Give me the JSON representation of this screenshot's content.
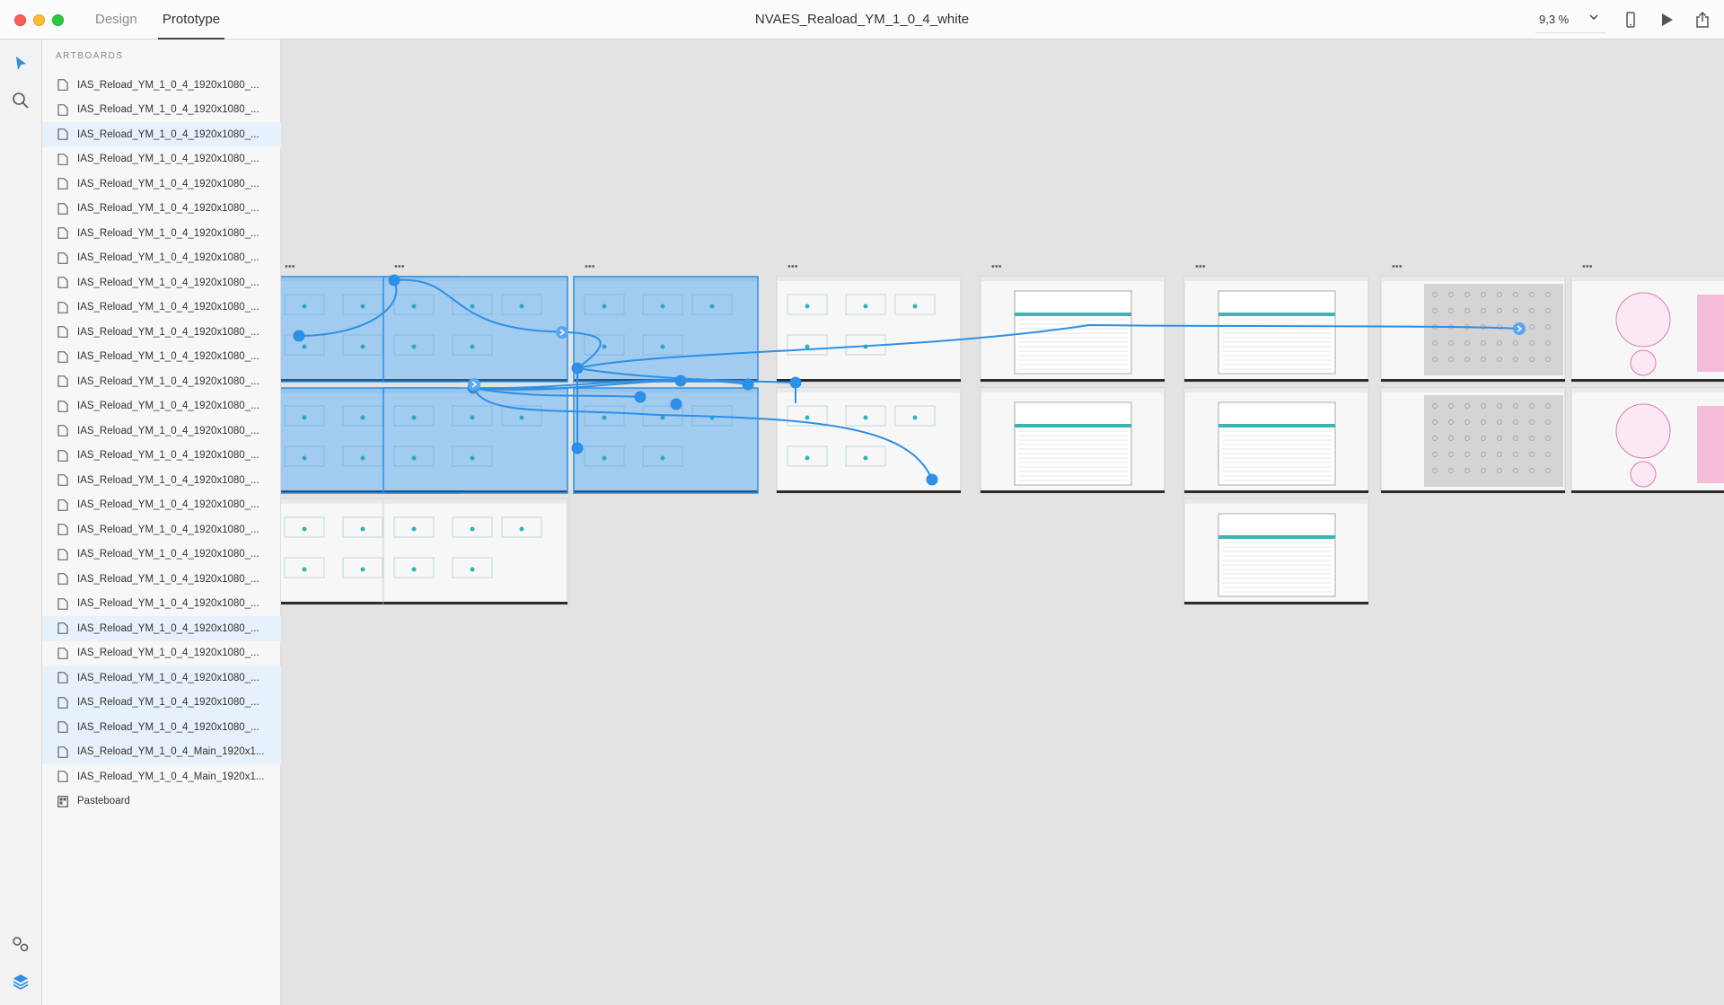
{
  "window": {
    "title": "NVAES_Reaload_YM_1_0_4_white",
    "tabs": [
      {
        "label": "Design",
        "active": false
      },
      {
        "label": "Prototype",
        "active": true
      }
    ],
    "zoom": "9,3 %",
    "accent_color": "#2d8fe6"
  },
  "toolbar_icons": [
    "device-preview-icon",
    "play-icon",
    "share-icon"
  ],
  "rail_icons": [
    "select-tool-icon",
    "zoom-tool-icon",
    "assets-icon",
    "layers-icon"
  ],
  "panel": {
    "heading": "ARTBOARDS",
    "items": [
      {
        "label": "IAS_Reload_YM_1_0_4_1920x1080_...",
        "selected": false
      },
      {
        "label": "IAS_Reload_YM_1_0_4_1920x1080_...",
        "selected": false
      },
      {
        "label": "IAS_Reload_YM_1_0_4_1920x1080_...",
        "selected": true
      },
      {
        "label": "IAS_Reload_YM_1_0_4_1920x1080_...",
        "selected": false
      },
      {
        "label": "IAS_Reload_YM_1_0_4_1920x1080_...",
        "selected": false
      },
      {
        "label": "IAS_Reload_YM_1_0_4_1920x1080_...",
        "selected": false
      },
      {
        "label": "IAS_Reload_YM_1_0_4_1920x1080_...",
        "selected": false
      },
      {
        "label": "IAS_Reload_YM_1_0_4_1920x1080_...",
        "selected": false
      },
      {
        "label": "IAS_Reload_YM_1_0_4_1920x1080_...",
        "selected": false
      },
      {
        "label": "IAS_Reload_YM_1_0_4_1920x1080_...",
        "selected": false
      },
      {
        "label": "IAS_Reload_YM_1_0_4_1920x1080_...",
        "selected": false
      },
      {
        "label": "IAS_Reload_YM_1_0_4_1920x1080_...",
        "selected": false
      },
      {
        "label": "IAS_Reload_YM_1_0_4_1920x1080_...",
        "selected": false
      },
      {
        "label": "IAS_Reload_YM_1_0_4_1920x1080_...",
        "selected": false
      },
      {
        "label": "IAS_Reload_YM_1_0_4_1920x1080_...",
        "selected": false
      },
      {
        "label": "IAS_Reload_YM_1_0_4_1920x1080_...",
        "selected": false
      },
      {
        "label": "IAS_Reload_YM_1_0_4_1920x1080_...",
        "selected": false
      },
      {
        "label": "IAS_Reload_YM_1_0_4_1920x1080_...",
        "selected": false
      },
      {
        "label": "IAS_Reload_YM_1_0_4_1920x1080_...",
        "selected": false
      },
      {
        "label": "IAS_Reload_YM_1_0_4_1920x1080_...",
        "selected": false
      },
      {
        "label": "IAS_Reload_YM_1_0_4_1920x1080_...",
        "selected": false
      },
      {
        "label": "IAS_Reload_YM_1_0_4_1920x1080_...",
        "selected": false
      },
      {
        "label": "IAS_Reload_YM_1_0_4_1920x1080_...",
        "selected": true
      },
      {
        "label": "IAS_Reload_YM_1_0_4_1920x1080_...",
        "selected": false
      },
      {
        "label": "IAS_Reload_YM_1_0_4_1920x1080_...",
        "selected": true
      },
      {
        "label": "IAS_Reload_YM_1_0_4_1920x1080_...",
        "selected": true
      },
      {
        "label": "IAS_Reload_YM_1_0_4_1920x1080_...",
        "selected": true
      },
      {
        "label": "IAS_Reload_YM_1_0_4_Main_1920x1...",
        "selected": true
      },
      {
        "label": "IAS_Reload_YM_1_0_4_Main_1920x1...",
        "selected": false
      },
      {
        "label": "Pasteboard",
        "selected": false,
        "kind": "pasteboard"
      }
    ]
  }
}
